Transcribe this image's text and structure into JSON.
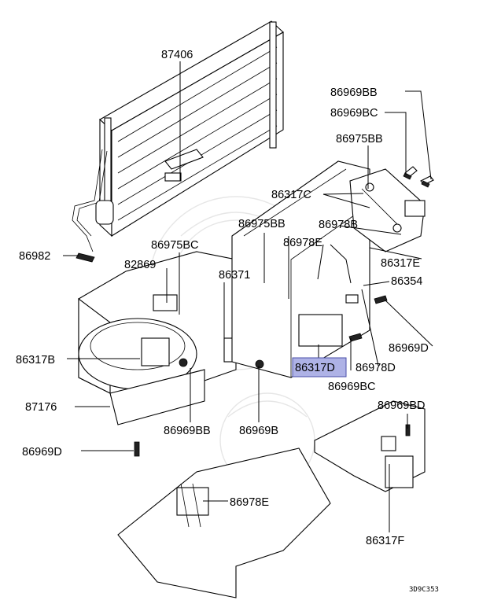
{
  "diagram": {
    "highlight_color": "#aeb2e6",
    "code": "3D9C353",
    "labels": {
      "p87406": "87406",
      "p86969BB_top": "86969BB",
      "p86969BC_top": "86969BC",
      "p86975BB_top": "86975BB",
      "p86317C": "86317C",
      "p86975BB_mid": "86975BB",
      "p86978B": "86978B",
      "p86978E_top": "86978E",
      "p86317E": "86317E",
      "p86982": "86982",
      "p86975BC": "86975BC",
      "p82869": "82869",
      "p86371": "86371",
      "p86354": "86354",
      "p86969D_right": "86969D",
      "p86317B": "86317B",
      "p86317D": "86317D",
      "p86978D": "86978D",
      "p86969BC_mid": "86969BC",
      "p87176": "87176",
      "p86969BD": "86969BD",
      "p86969BB_bot": "86969BB",
      "p86969B": "86969B",
      "p86969D_left": "86969D",
      "p86978E_bot": "86978E",
      "p86317F": "86317F"
    }
  }
}
